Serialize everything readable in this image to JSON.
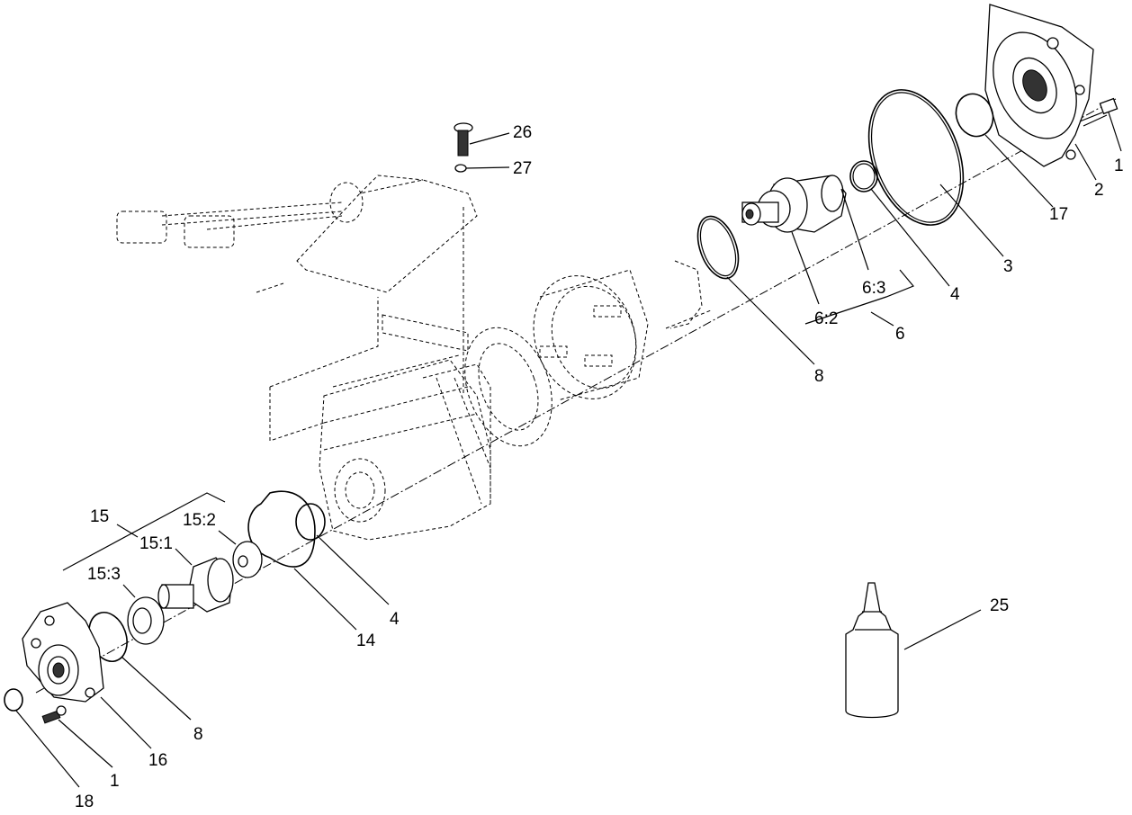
{
  "callouts": {
    "c1_top": "1",
    "c2": "2",
    "c17": "17",
    "c3": "3",
    "c4_top": "4",
    "c6": "6",
    "c6_3": "6:3",
    "c6_2": "6:2",
    "c8_top": "8",
    "c26": "26",
    "c27": "27",
    "c15": "15",
    "c15_2": "15:2",
    "c15_1": "15:1",
    "c15_3": "15:3",
    "c4_bottom": "4",
    "c14": "14",
    "c8_bottom": "8",
    "c16": "16",
    "c1_bottom": "1",
    "c18": "18",
    "c25": "25"
  }
}
